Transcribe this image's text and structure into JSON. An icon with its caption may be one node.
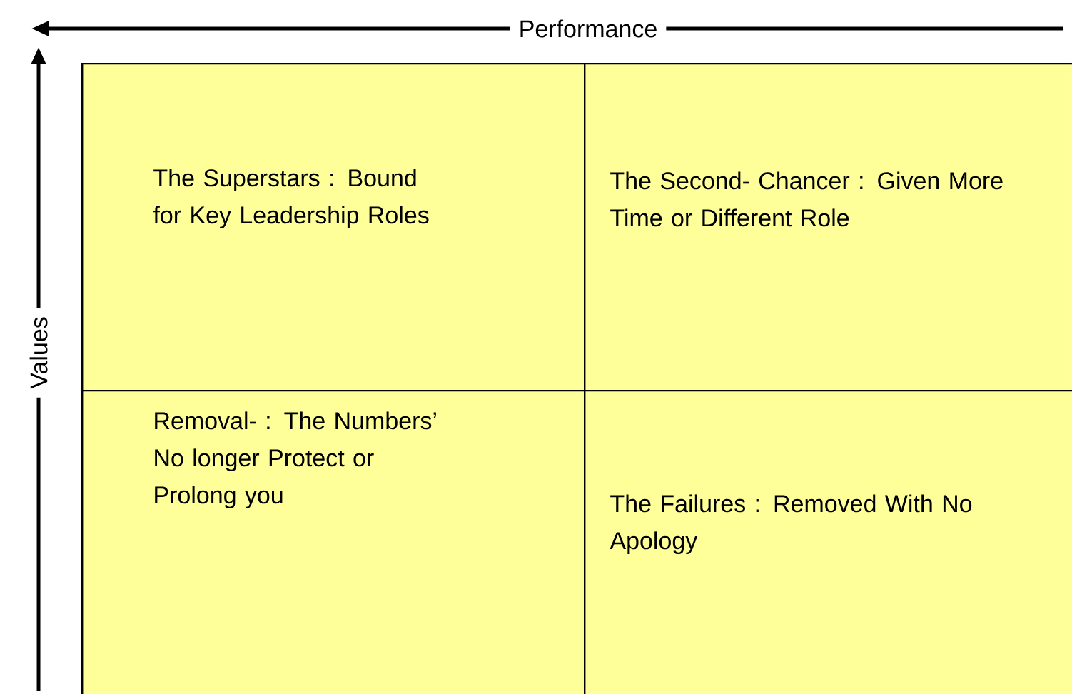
{
  "diagram": {
    "nodes": [
      {
        "text": [
          "The Superstars : Bound for Key Leadership Roles"
        ]
      },
      {
        "text": [
          "The Second- Chancer : Given More Time or Different Role"
        ]
      },
      {
        "text": [
          "Removal- : The Numbers’ No longer Protect or Prolong you"
        ]
      },
      {
        "text": [
          "The Failures : Removed With No Apology"
        ]
      }
    ],
    "labels": [
      "Performance",
      "Values"
    ]
  }
}
